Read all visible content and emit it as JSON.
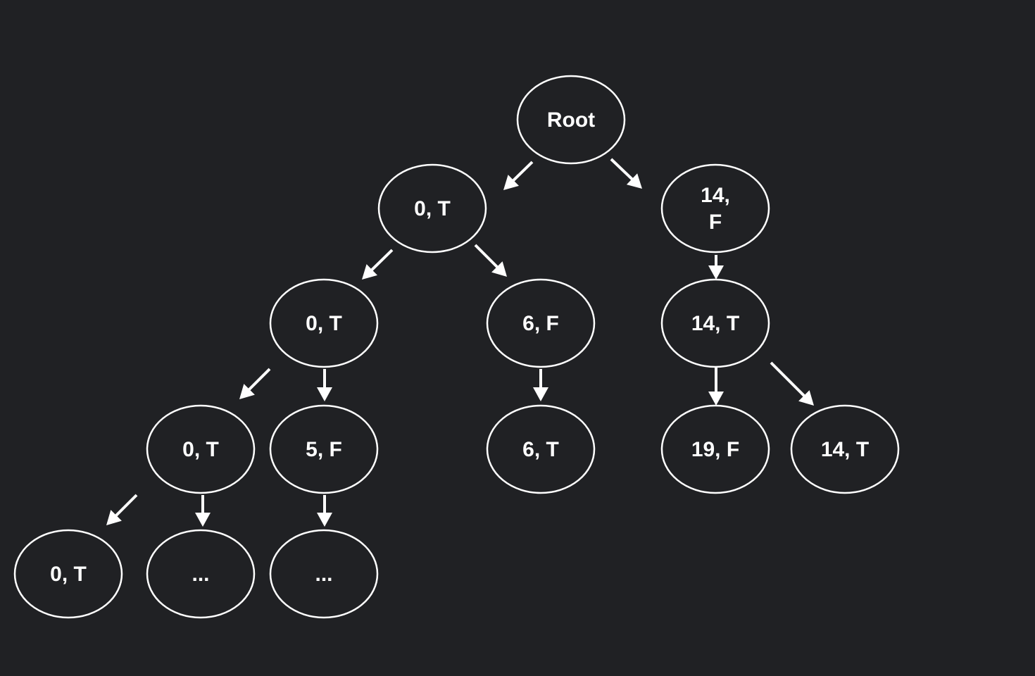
{
  "diagram": {
    "type": "tree",
    "colors": {
      "background": "#202124",
      "stroke": "#ffffff",
      "text": "#ffffff"
    },
    "nodes": [
      {
        "id": "root",
        "lines": [
          "Root"
        ]
      },
      {
        "id": "n0T-a",
        "lines": [
          "0, T"
        ]
      },
      {
        "id": "n14F",
        "lines": [
          "14,",
          "F"
        ]
      },
      {
        "id": "n0T-b",
        "lines": [
          "0, T"
        ]
      },
      {
        "id": "n6F",
        "lines": [
          "6, F"
        ]
      },
      {
        "id": "n14T-a",
        "lines": [
          "14, T"
        ]
      },
      {
        "id": "n0T-c",
        "lines": [
          "0, T"
        ]
      },
      {
        "id": "n5F",
        "lines": [
          "5, F"
        ]
      },
      {
        "id": "n6T",
        "lines": [
          "6, T"
        ]
      },
      {
        "id": "n19F",
        "lines": [
          "19, F"
        ]
      },
      {
        "id": "n14T-b",
        "lines": [
          "14, T"
        ]
      },
      {
        "id": "n0T-d",
        "lines": [
          "0, T"
        ]
      },
      {
        "id": "ellipsis-a",
        "lines": [
          "..."
        ]
      },
      {
        "id": "ellipsis-b",
        "lines": [
          "..."
        ]
      }
    ],
    "edges": [
      {
        "from": "root",
        "to": "n0T-a"
      },
      {
        "from": "root",
        "to": "n14F"
      },
      {
        "from": "n0T-a",
        "to": "n0T-b"
      },
      {
        "from": "n0T-a",
        "to": "n6F"
      },
      {
        "from": "n14F",
        "to": "n14T-a"
      },
      {
        "from": "n0T-b",
        "to": "n0T-c"
      },
      {
        "from": "n0T-b",
        "to": "n5F"
      },
      {
        "from": "n6F",
        "to": "n6T"
      },
      {
        "from": "n14T-a",
        "to": "n19F"
      },
      {
        "from": "n14T-a",
        "to": "n14T-b"
      },
      {
        "from": "n0T-c",
        "to": "n0T-d"
      },
      {
        "from": "n0T-c",
        "to": "ellipsis-a"
      },
      {
        "from": "n5F",
        "to": "ellipsis-b"
      }
    ]
  }
}
